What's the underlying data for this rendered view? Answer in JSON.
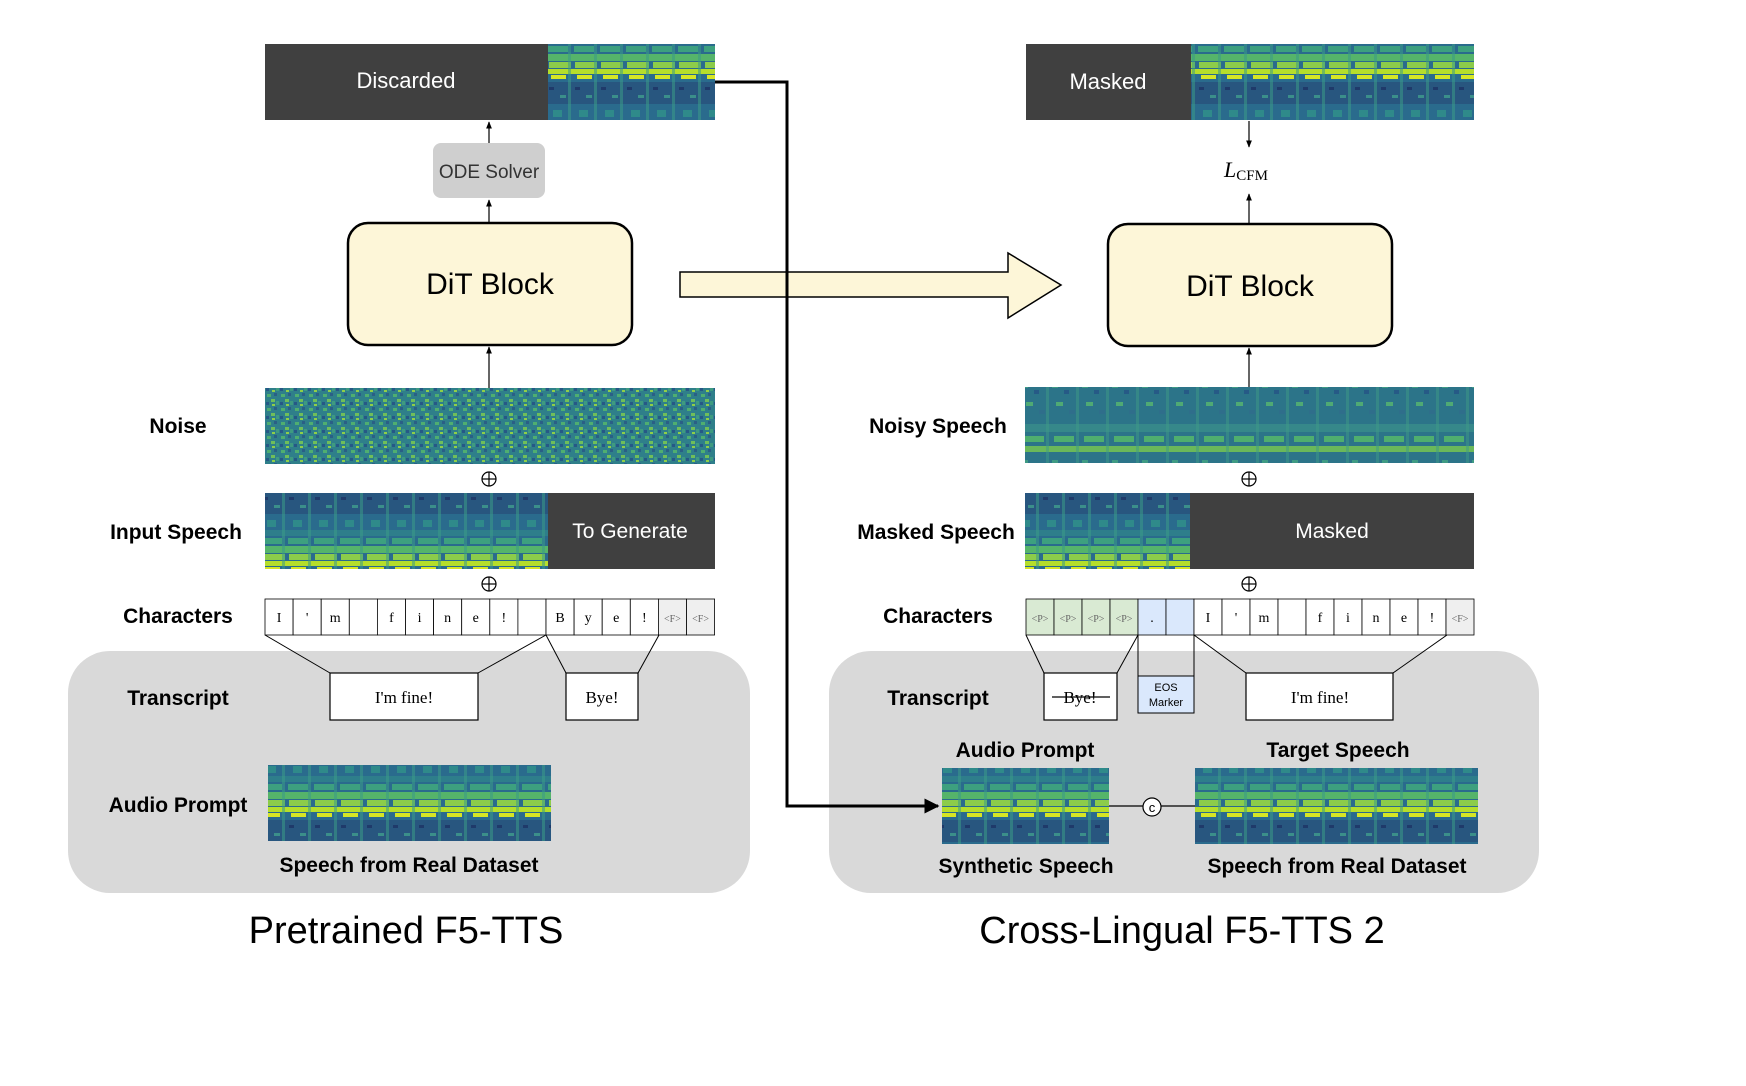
{
  "captions": {
    "left": "Pretrained F5-TTS",
    "right": "Cross-Lingual F5-TTS 2"
  },
  "left": {
    "discarded_label": "Discarded",
    "ode_solver": "ODE Solver",
    "dit_block": "DiT Block",
    "noise_label": "Noise",
    "input_speech_label": "Input Speech",
    "to_generate": "To Generate",
    "characters_label": "Characters",
    "characters": [
      "I",
      "'",
      "m",
      "",
      "f",
      "i",
      "n",
      "e",
      "!",
      "",
      "B",
      "y",
      "e",
      "!",
      "<F>",
      "<F>"
    ],
    "transcript_label": "Transcript",
    "transcript_1": "I'm fine!",
    "transcript_2": "Bye!",
    "audio_prompt_label": "Audio Prompt",
    "real_dataset_label": "Speech from Real Dataset"
  },
  "right": {
    "masked_top_label": "Masked",
    "loss_symbol": "L",
    "loss_subscript": "CFM",
    "dit_block": "DiT Block",
    "noisy_speech_label": "Noisy Speech",
    "masked_speech_label": "Masked Speech",
    "masked_label": "Masked",
    "characters_label": "Characters",
    "characters": [
      "<P>",
      "<P>",
      "<P>",
      "<P>",
      ".",
      "",
      "I",
      "'",
      "m",
      "",
      "f",
      "i",
      "n",
      "e",
      "!",
      "<F>"
    ],
    "transcript_label": "Transcript",
    "transcript_struck": "Bye!",
    "eos_marker_line1": "EOS",
    "eos_marker_line2": "Marker",
    "transcript_target": "I'm fine!",
    "audio_prompt_label": "Audio Prompt",
    "target_speech_label": "Target Speech",
    "concat_symbol": "c",
    "synthetic_speech_label": "Synthetic Speech",
    "real_dataset_label": "Speech from Real Dataset"
  },
  "colors": {
    "dark_mask": "#404040",
    "dit_fill": "#fdf6d8",
    "panel_gray": "#d9d9d9",
    "ode_gray": "#cfcfcf",
    "prompt_token_green": "#d9ead3",
    "eos_token_blue": "#dae8fc",
    "spectrogram_base": "#2b6c8e",
    "spectrogram_high": "#b5de2b"
  }
}
